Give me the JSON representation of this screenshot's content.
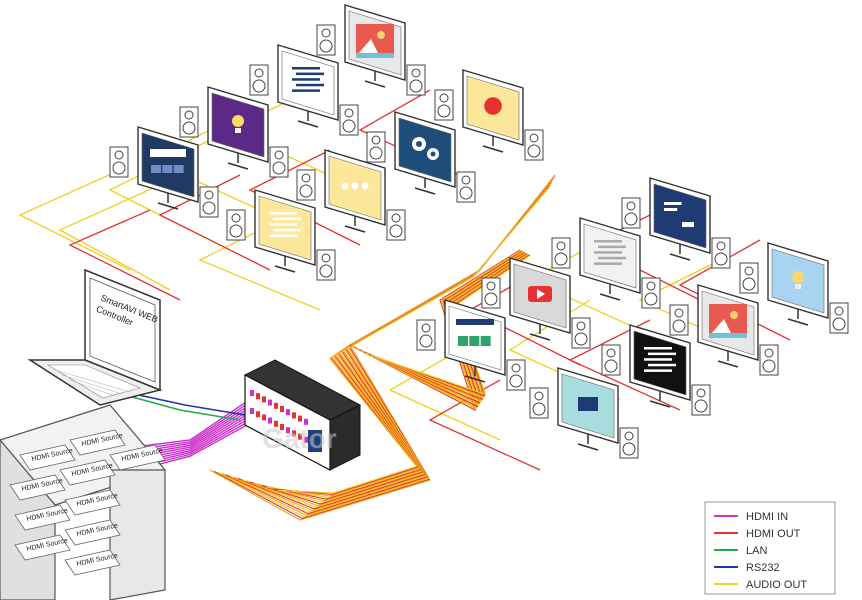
{
  "laptop": {
    "label_line1": "SmartAVI WEB",
    "label_line2": "Controller"
  },
  "rack": {
    "source_label": "HDMI Source",
    "source_count": 10
  },
  "watermark": "Gator",
  "legend": {
    "items": [
      {
        "label": "HDMI IN",
        "color": "#cc33cc"
      },
      {
        "label": "HDMI OUT",
        "color": "#e53333"
      },
      {
        "label": "LAN",
        "color": "#22aa44"
      },
      {
        "label": "RS232",
        "color": "#2233aa"
      },
      {
        "label": "AUDIO OUT",
        "color": "#f0d020"
      }
    ]
  },
  "colors": {
    "hdmi_in": "#cc33cc",
    "hdmi_out": "#e53333",
    "lan": "#22aa44",
    "rs232": "#2233aa",
    "audio_out": "#f0d020"
  },
  "displays": [
    {
      "icon": "landscape-icon",
      "screen": "#e8e8e8"
    },
    {
      "icon": "document-lines-icon",
      "screen": "#ffffff"
    },
    {
      "icon": "red-circle-icon",
      "screen": "#fde79a"
    },
    {
      "icon": "lightbulb-icon",
      "screen": "#5b2a86"
    },
    {
      "icon": "gears-icon",
      "screen": "#1e4e79"
    },
    {
      "icon": "dashboard-icon",
      "screen": "#1f3b63"
    },
    {
      "icon": "dots-icon",
      "screen": "#fde79a"
    },
    {
      "icon": "brick-text-icon",
      "screen": "#fde79a"
    },
    {
      "icon": "web-page-icon",
      "screen": "#1f3b73"
    },
    {
      "icon": "text-lines-icon",
      "screen": "#f2f2f2"
    },
    {
      "icon": "lightbulb-icon",
      "screen": "#a8d4f2"
    },
    {
      "icon": "play-button-icon",
      "screen": "#d9d9d9"
    },
    {
      "icon": "landscape-icon",
      "screen": "#e8e8e8"
    },
    {
      "icon": "green-cards-icon",
      "screen": "#ffffff"
    },
    {
      "icon": "black-text-icon",
      "screen": "#111111"
    },
    {
      "icon": "window-icon",
      "screen": "#a8dde0"
    }
  ]
}
